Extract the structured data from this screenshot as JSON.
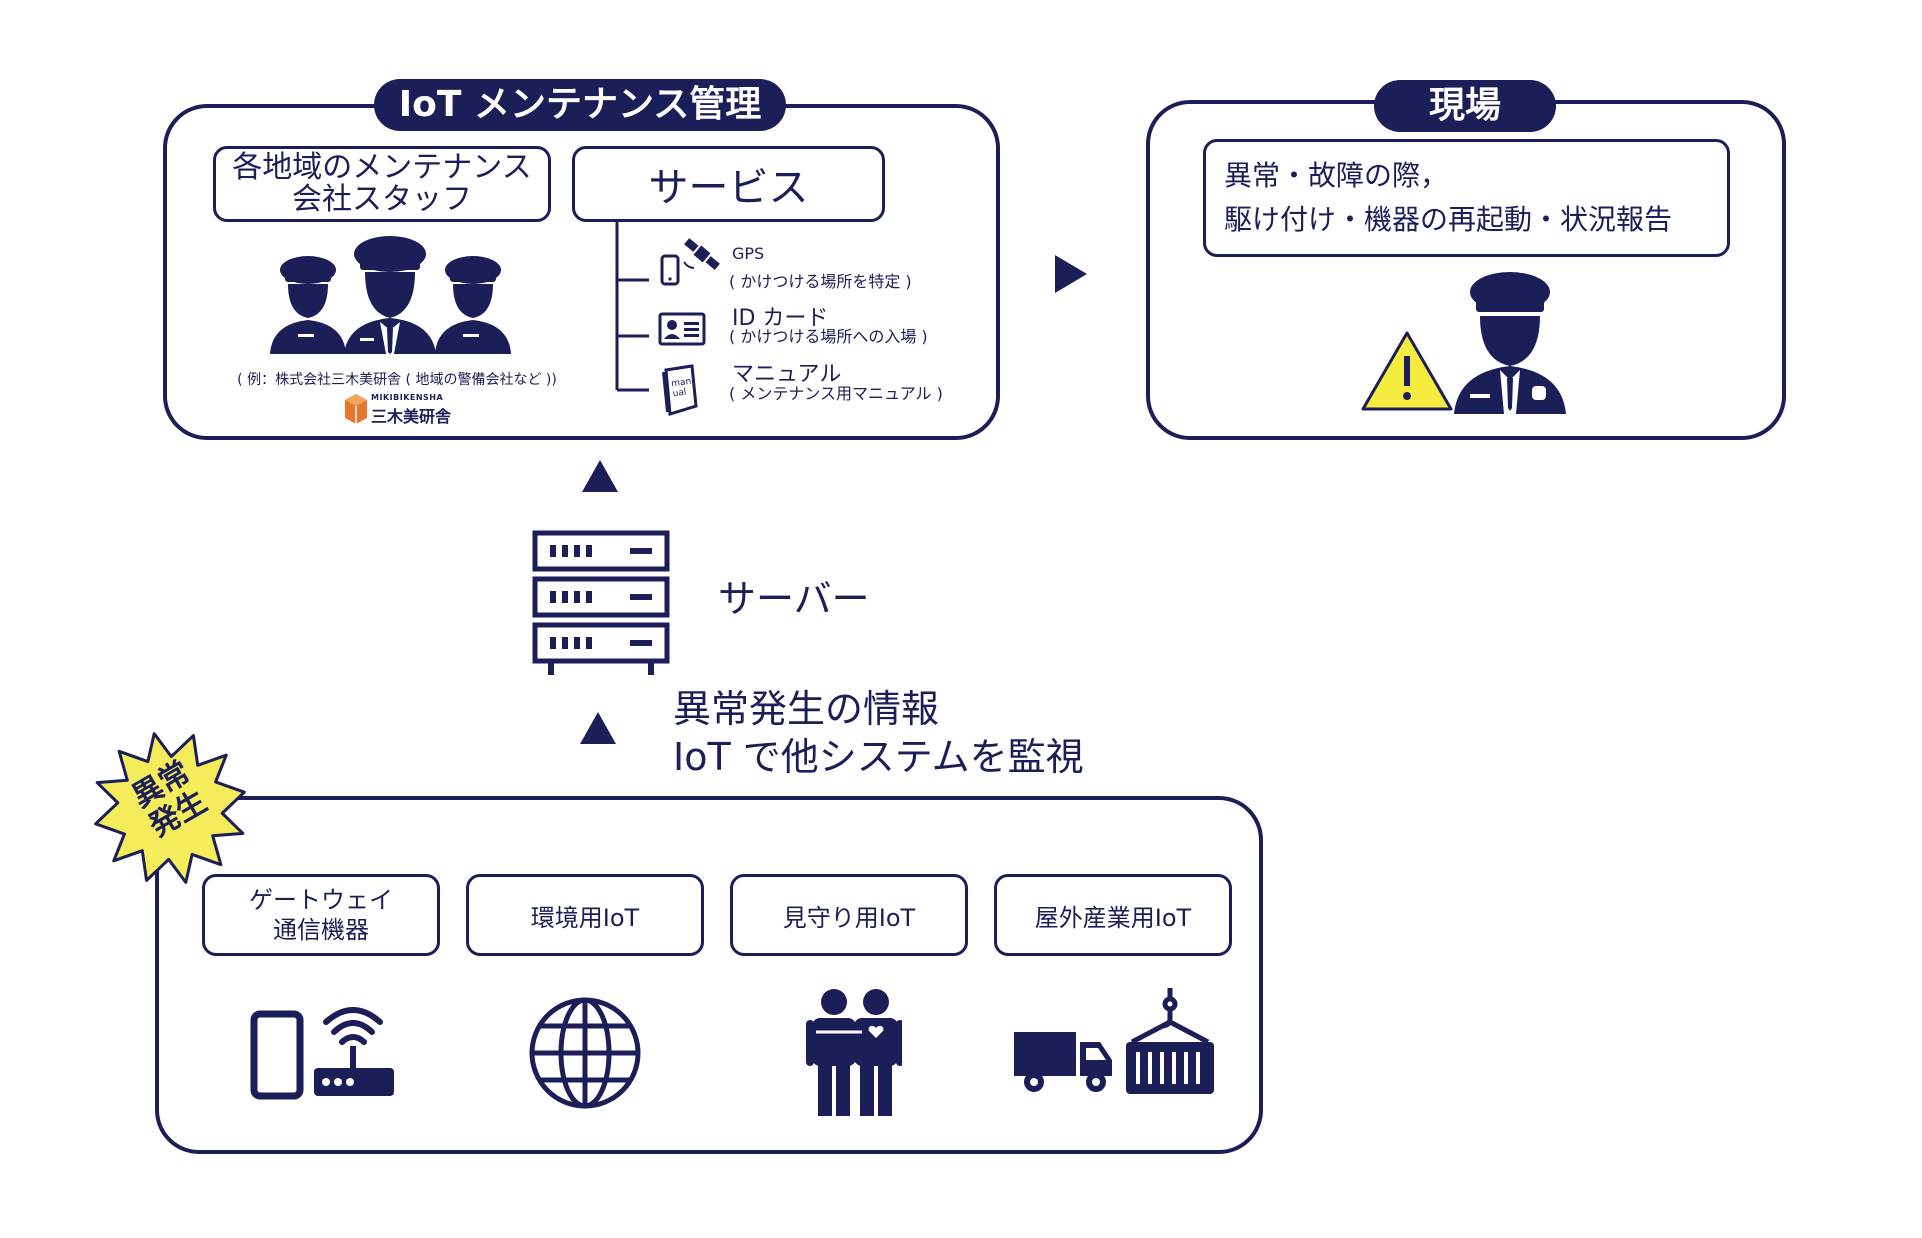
{
  "maintenance": {
    "title": "IoT メンテナンス管理",
    "staff_line1": "各地域のメンテナンス",
    "staff_line2": "会社スタッフ",
    "example": "( 例：株式会社三木美研舎 ( 地域の警備会社など ))",
    "logo_en": "MIKIBIKENSHA",
    "logo_jp": "三木美研舎",
    "service_label": "サービス",
    "services": [
      {
        "title": "GPS",
        "sub": "( かけつける場所を特定 )",
        "icon": "satellite-phone-icon"
      },
      {
        "title": "ID カード",
        "sub": "( かけつける場所への入場 )",
        "icon": "id-card-icon"
      },
      {
        "title": "マニュアル",
        "sub": "( メンテナンス用マニュアル )",
        "icon": "manual-book-icon"
      }
    ],
    "manual_icon_text": "man ual"
  },
  "field": {
    "title": "現場",
    "line1": "異常・故障の際，",
    "line2": "駆け付け・機器の再起動・状況報告"
  },
  "server": {
    "label": "サーバー"
  },
  "info": {
    "line1": "異常発生の情報",
    "line2": "IoT で他システムを監視"
  },
  "iot": {
    "badge_line1": "異常",
    "badge_line2": "発生",
    "devices": [
      {
        "line1": "ゲートウェイ",
        "line2": "通信機器",
        "icon": "smartphone-router-icon"
      },
      {
        "line1": "環境用IoT",
        "line2": "",
        "icon": "globe-icon"
      },
      {
        "line1": "見守り用IoT",
        "line2": "",
        "icon": "couple-icon"
      },
      {
        "line1": "屋外産業用IoT",
        "line2": "",
        "icon": "truck-container-icon"
      }
    ]
  },
  "colors": {
    "navy": "#1b1e57",
    "warning_yellow": "#f5ec3f",
    "burst_yellow": "#f4ec5a",
    "logo_orange": "#e8772e"
  }
}
